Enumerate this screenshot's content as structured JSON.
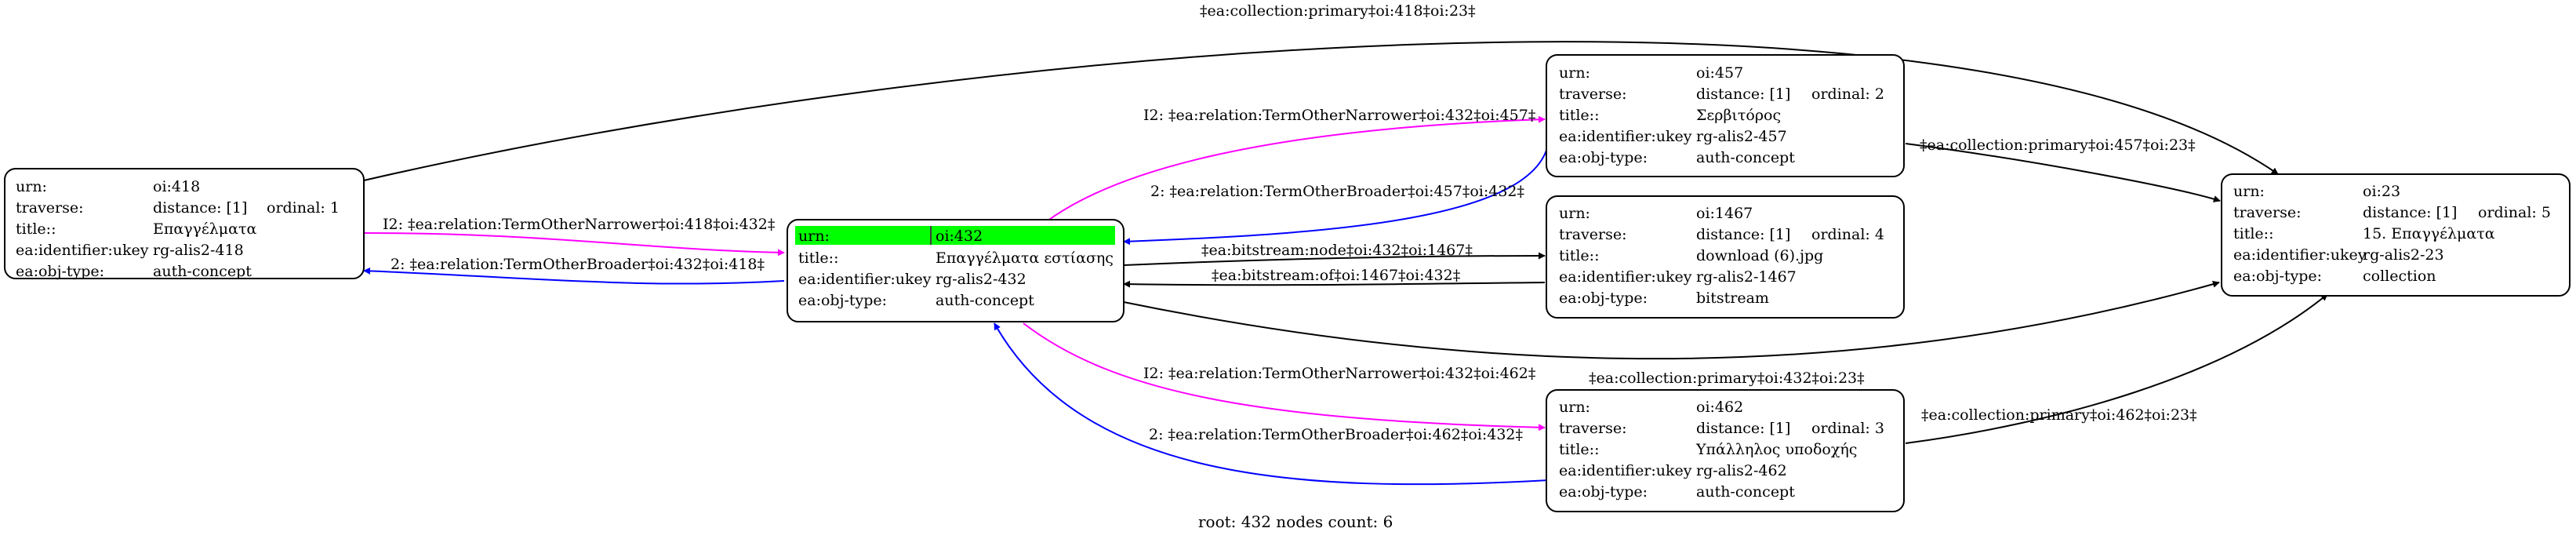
{
  "nodes": {
    "oi418": {
      "urn_k": "urn:",
      "urn_v": "oi:418",
      "trav_k": "traverse:",
      "trav_v": "distance: [1]",
      "ord_v": "ordinal: 1",
      "title_k": "title::",
      "title_v": "Επαγγέλματα",
      "ukey_k": "ea:identifier:ukey",
      "ukey_v": "rg-alis2-418",
      "type_k": "ea:obj-type:",
      "type_v": "auth-concept"
    },
    "oi432": {
      "urn_k": "urn:",
      "urn_v": "oi:432",
      "title_k": "title::",
      "title_v": "Επαγγέλματα εστίασης",
      "ukey_k": "ea:identifier:ukey",
      "ukey_v": "rg-alis2-432",
      "type_k": "ea:obj-type:",
      "type_v": "auth-concept"
    },
    "oi457": {
      "urn_k": "urn:",
      "urn_v": "oi:457",
      "trav_k": "traverse:",
      "trav_v": "distance: [1]",
      "ord_v": "ordinal: 2",
      "title_k": "title::",
      "title_v": "Σερβιτόρος",
      "ukey_k": "ea:identifier:ukey",
      "ukey_v": "rg-alis2-457",
      "type_k": "ea:obj-type:",
      "type_v": "auth-concept"
    },
    "oi1467": {
      "urn_k": "urn:",
      "urn_v": "oi:1467",
      "trav_k": "traverse:",
      "trav_v": "distance: [1]",
      "ord_v": "ordinal: 4",
      "title_k": "title::",
      "title_v": "download (6).jpg",
      "ukey_k": "ea:identifier:ukey",
      "ukey_v": "rg-alis2-1467",
      "type_k": "ea:obj-type:",
      "type_v": "bitstream"
    },
    "oi462": {
      "urn_k": "urn:",
      "urn_v": "oi:462",
      "trav_k": "traverse:",
      "trav_v": "distance: [1]",
      "ord_v": "ordinal: 3",
      "title_k": "title::",
      "title_v": "Υπάλληλος υποδοχής",
      "ukey_k": "ea:identifier:ukey",
      "ukey_v": "rg-alis2-462",
      "type_k": "ea:obj-type:",
      "type_v": "auth-concept"
    },
    "oi23": {
      "urn_k": "urn:",
      "urn_v": "oi:23",
      "trav_k": "traverse:",
      "trav_v": "distance: [1]",
      "ord_v": "ordinal: 5",
      "title_k": "title::",
      "title_v": "15. Επαγγέλματα",
      "ukey_k": "ea:identifier:ukey",
      "ukey_v": "rg-alis2-23",
      "type_k": "ea:obj-type:",
      "type_v": "collection"
    }
  },
  "edges": {
    "col418": "‡ea:collection:primary‡oi:418‡oi:23‡",
    "narrow418": "I2: ‡ea:relation:TermOtherNarrower‡oi:418‡oi:432‡",
    "broad418": "2: ‡ea:relation:TermOtherBroader‡oi:432‡oi:418‡",
    "narrow457": "I2: ‡ea:relation:TermOtherNarrower‡oi:432‡oi:457‡",
    "broad457": "2: ‡ea:relation:TermOtherBroader‡oi:457‡oi:432‡",
    "col457": "‡ea:collection:primary‡oi:457‡oi:23‡",
    "bsnode": "‡ea:bitstream:node‡oi:432‡oi:1467‡",
    "bsof": "‡ea:bitstream:of‡oi:1467‡oi:432‡",
    "col432": "‡ea:collection:primary‡oi:432‡oi:23‡",
    "narrow462": "I2: ‡ea:relation:TermOtherNarrower‡oi:432‡oi:462‡",
    "broad462": "2: ‡ea:relation:TermOtherBroader‡oi:462‡oi:432‡",
    "col462": "‡ea:collection:primary‡oi:462‡oi:23‡"
  },
  "footer": "root: 432 nodes count: 6",
  "colors": {
    "highlight": "#00ff00",
    "narrower_edge": "#ff00ff",
    "broader_edge": "#0000ff",
    "default_edge": "#000000"
  }
}
